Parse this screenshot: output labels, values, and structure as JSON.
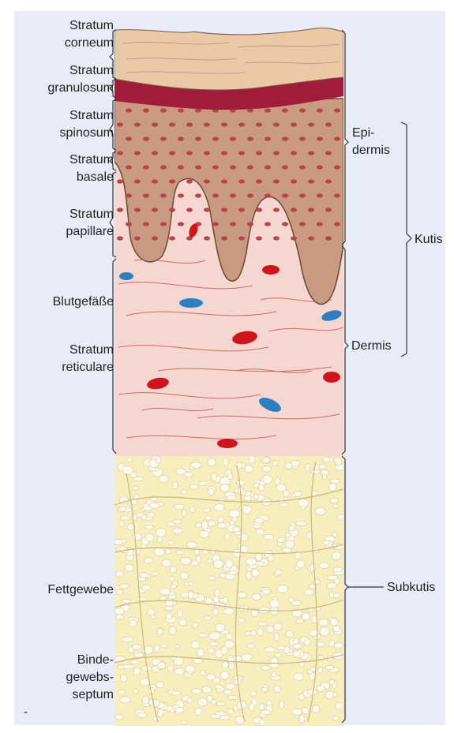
{
  "left_labels": {
    "stratum_corneum": "Stratum\ncorneum",
    "stratum_granulosum": "Stratum\ngranulosum",
    "stratum_spinosum": "Stratum\nspinosum",
    "stratum_basale": "Stratum\nbasale",
    "stratum_papillare": "Stratum\npapillare",
    "blutgefaesse": "Blutgefäße",
    "stratum_reticulare": "Stratum\nreticulare",
    "fettgewebe": "Fettgewebe",
    "bindegewebsseptum": "Binde-\ngewebs-\nseptum",
    "dash": "-"
  },
  "right_labels": {
    "epidermis": "Epi-\ndermis",
    "kutis": "Kutis",
    "dermis": "Dermis",
    "subkutis": "Subkutis"
  },
  "colors": {
    "corneum": "#e9c9a6",
    "granulosum": "#a01c3a",
    "epidermis": "#c99a82",
    "cell_nucleus": "#b8434a",
    "dermis": "#f6d6d1",
    "dermis_fiber": "#cf6a6a",
    "vessel_red": "#d0141e",
    "vessel_blue": "#2f7fc0",
    "subkutis": "#f7eebd",
    "fat_cell": "#fffaf0",
    "panel": "#e9ecf6"
  }
}
